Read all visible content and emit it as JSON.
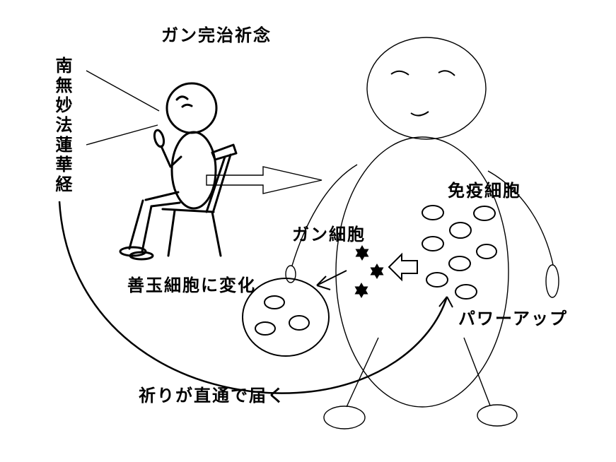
{
  "title": "ガン完治祈念",
  "mantra": "南無妙法蓮華経",
  "labels": {
    "immune_cells": "免疫細胞",
    "cancer_cells": "ガン細胞",
    "good_cells": "善玉細胞に変化",
    "power_up": "パワーアップ",
    "prayer_reaches": "祈りが直通で届く"
  },
  "colors": {
    "stroke": "#000000",
    "background": "#ffffff"
  }
}
